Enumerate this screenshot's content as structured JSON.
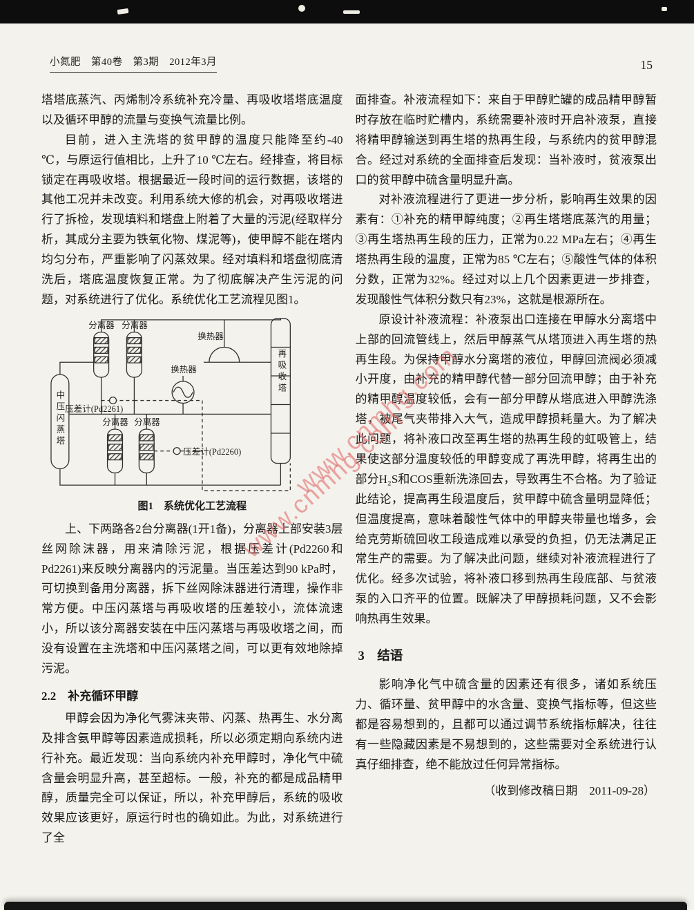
{
  "header": {
    "journal_line": "小氮肥　第40卷　第3期　2012年3月",
    "page_number": "15"
  },
  "watermark": {
    "text": "www.cnmhg.com",
    "color": "#e06c6c"
  },
  "left_column": {
    "p1": "塔塔底蒸汽、丙烯制冷系统补充冷量、再吸收塔塔底温度以及循环甲醇的流量与变换气流量比例。",
    "p2": "目前，进入主洗塔的贫甲醇的温度只能降至约-40 ℃，与原运行值相比，上升了10 ℃左右。经排查，将目标锁定在再吸收塔。根据最近一段时间的运行数据，该塔的其他工况并未改变。利用系统大修的机会，对再吸收塔进行了拆检，发现填料和塔盘上附着了大量的污泥(经取样分析，其成分主要为铁氧化物、煤泥等)，使甲醇不能在塔内均匀分布，严重影响了闪蒸效果。经对填料和塔盘彻底清洗后，塔底温度恢复正常。为了彻底解决产生污泥的问题，对系统进行了优化。系统优化工艺流程见图1。",
    "figure": {
      "caption": "图1　系统优化工艺流程",
      "separator_label": "分离器",
      "heat_exchanger_label": "换热器",
      "flash_tower_label": "中压闪蒸塔",
      "reabsorber_label": "再吸收塔",
      "gauge_top_label": "压差计(Pd2261)",
      "gauge_bottom_label": "压差计(Pd2260)"
    },
    "p3": "上、下两路各2台分离器(1开1备)，分离器上部安装3层丝网除沫器，用来清除污泥，根据压差计(Pd2260和Pd2261)来反映分离器内的污泥量。当压差达到90 kPa时，可切换到备用分离器，拆下丝网除沫器进行清理，操作非常方便。中压闪蒸塔与再吸收塔的压差较小，流体流速小，所以该分离器安装在中压闪蒸塔与再吸收塔之间，而没有设置在主洗塔和中压闪蒸塔之间，可以更有效地除掉污泥。",
    "heading_2_2": "2.2　补充循环甲醇",
    "p4": "甲醇会因为净化气雾沫夹带、闪蒸、热再生、水分离及排含氨甲醇等因素造成损耗，所以必须定期向系统内进行补充。最近发现：当向系统内补充甲醇时，净化气中硫含量会明显升高，甚至超标。一般，补充的都是成品精甲醇，质量完全可以保证，所以，补充甲醇后，系统的吸收效果应该更好，原运行时也的确如此。为此，对系统进行了全"
  },
  "right_column": {
    "p1": "面排查。补液流程如下：来自于甲醇贮罐的成品精甲醇暂时存放在临时贮槽内，系统需要补液时开启补液泵，直接将精甲醇输送到再生塔的热再生段，与系统内的贫甲醇混合。经过对系统的全面排查后发现：当补液时，贫液泵出口的贫甲醇中硫含量明显升高。",
    "p2": "对补液流程进行了更进一步分析，影响再生效果的因素有：①补充的精甲醇纯度；②再生塔塔底蒸汽的用量；③再生塔热再生段的压力，正常为0.22 MPa左右；④再生塔热再生段的温度，正常为85 ℃左右；⑤酸性气体的体积分数，正常为32%。经过对以上几个因素更进一步排查，发现酸性气体积分数只有23%，这就是根源所在。",
    "p3": "原设计补液流程：补液泵出口连接在甲醇水分离塔中上部的回流管线上，然后甲醇蒸气从塔顶进入再生塔的热再生段。为保持甲醇水分离塔的液位，甲醇回流阀必须减小开度，由补充的精甲醇代替一部分回流甲醇；由于补充的精甲醇温度较低，会有一部分甲醇从塔底进入甲醇洗涤塔，被尾气夹带排入大气，造成甲醇损耗量大。为了解决此问题，将补液口改至再生塔的热再生段的虹吸管上，结果使这部分温度较低的甲醇变成了再洗甲醇，将再生出的部分H₂S和COS重新洗涤回去，导致再生不合格。为了验证此结论，提高再生段温度后，贫甲醇中硫含量明显降低；但温度提高，意味着酸性气体中的甲醇夹带量也增多，会给克劳斯硫回收工段造成难以承受的负担，仍无法满足正常生产的需要。为了解决此问题，继续对补液流程进行了优化。经多次试验，将补液口移到热再生段底部、与贫液泵的入口齐平的位置。既解决了甲醇损耗问题，又不会影响热再生效果。",
    "heading_3": "3　结语",
    "p4": "影响净化气中硫含量的因素还有很多，诸如系统压力、循环量、贫甲醇中的水含量、变换气指标等，但这些都是容易想到的，且都可以通过调节系统指标解决，往往有一些隐藏因素是不易想到的，这些需要对全系统进行认真仔细排查，绝不能放过任何异常指标。",
    "received": "（收到修改稿日期　2011-09-28）"
  }
}
